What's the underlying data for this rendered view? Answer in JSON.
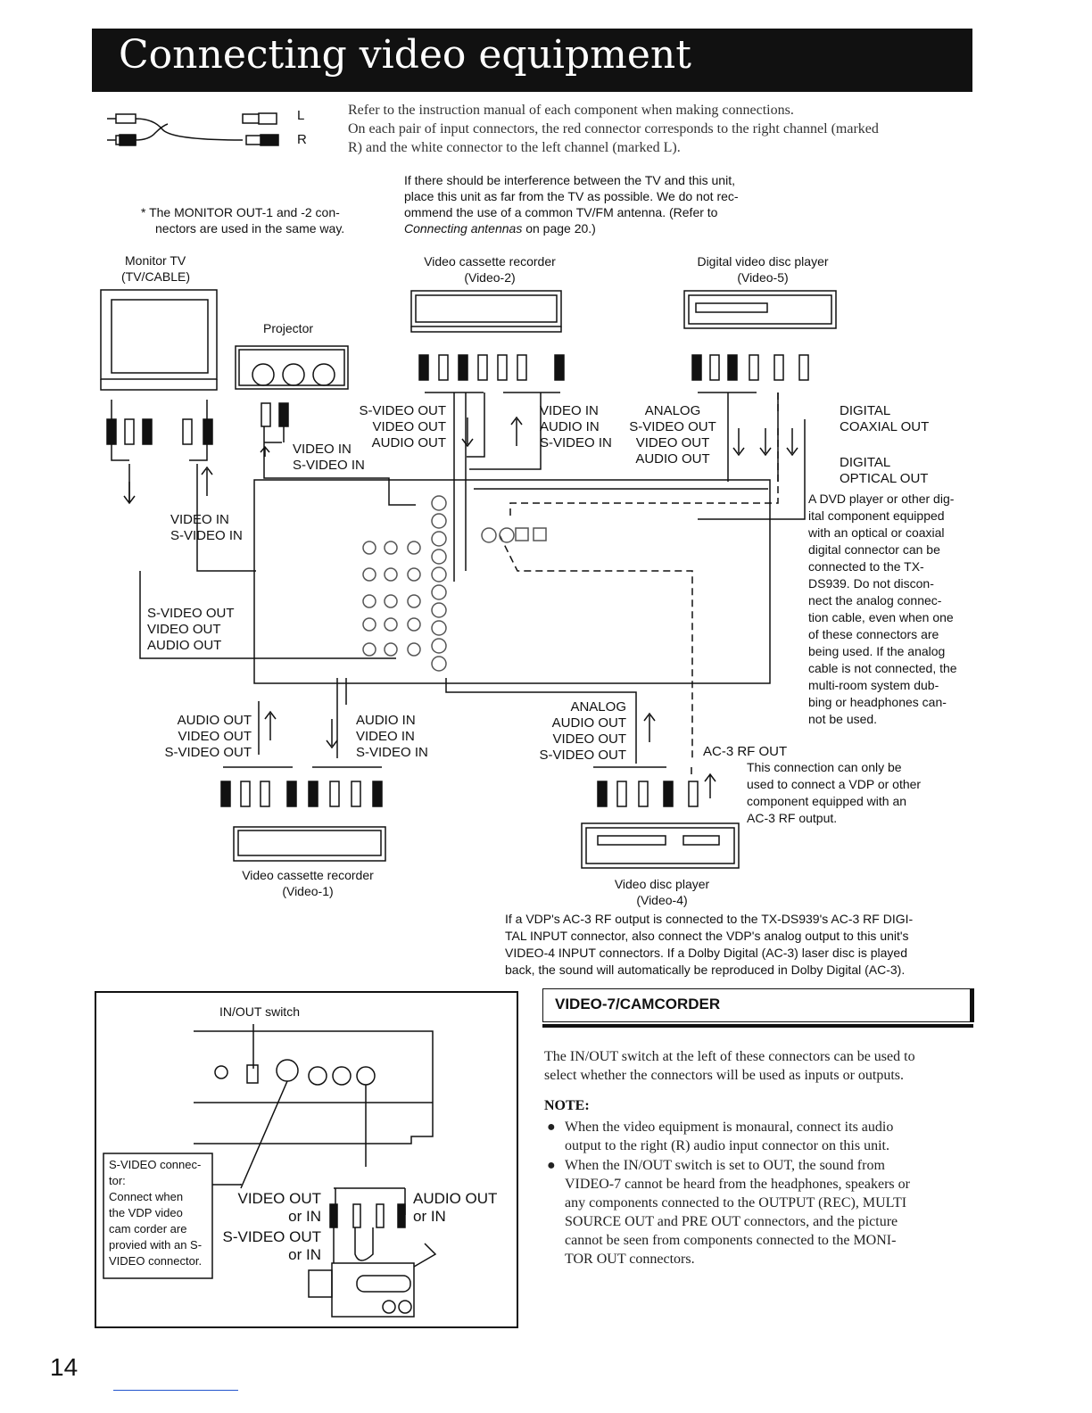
{
  "page": {
    "title": "Connecting video equipment",
    "page_number": "14"
  },
  "intro": {
    "cable_label_l": "L",
    "cable_label_r": "R",
    "line1": "Refer to the instruction manual of each component when making connections.",
    "line2": "On each pair of input connectors, the red connector corresponds to the right channel (marked",
    "line3": "R) and the white connector to the left channel (marked L)."
  },
  "monitor_note": {
    "line1": "* The MONITOR OUT-1 and -2 con-",
    "line2": "nectors are used in the same way."
  },
  "interference_note": {
    "line1": "If there should be interference between the TV and this unit,",
    "line2": "place this unit as far from the TV as possible. We do not rec-",
    "line3": "ommend the use of a common TV/FM antenna. (Refer to",
    "line4_italic": "Connecting antennas",
    "line4_rest": " on page 20.)"
  },
  "devices": {
    "monitor_tv_1": "Monitor TV",
    "monitor_tv_2": "(TV/CABLE)",
    "projector": "Projector",
    "vcr2_1": "Video cassette recorder",
    "vcr2_2": "(Video-2)",
    "dvd_1": "Digital video disc player",
    "dvd_2": "(Video-5)",
    "vcr1_1": "Video cassette recorder",
    "vcr1_2": "(Video-1)",
    "vdp_1": "Video disc player",
    "vdp_2": "(Video-4)"
  },
  "labels": {
    "proj_vin": "VIDEO IN",
    "proj_svin": "S-VIDEO IN",
    "vcr2_out": [
      "S-VIDEO OUT",
      "VIDEO OUT",
      "AUDIO OUT"
    ],
    "vcr2_in": [
      "VIDEO IN",
      "AUDIO IN",
      "S-VIDEO IN"
    ],
    "dvd_analog": [
      "ANALOG",
      "S-VIDEO OUT",
      "VIDEO OUT",
      "AUDIO OUT"
    ],
    "digital_coaxial": [
      "DIGITAL",
      "COAXIAL OUT"
    ],
    "digital_optical": [
      "DIGITAL",
      "OPTICAL OUT"
    ],
    "tv_in": [
      "VIDEO IN",
      "S-VIDEO IN"
    ],
    "tv_out": [
      "S-VIDEO OUT",
      "VIDEO OUT",
      "AUDIO OUT"
    ],
    "vcr1_out": [
      "AUDIO OUT",
      "VIDEO OUT",
      "S-VIDEO OUT"
    ],
    "vcr1_in": [
      "AUDIO IN",
      "VIDEO IN",
      "S-VIDEO IN"
    ],
    "vdp_analog": [
      "ANALOG",
      "AUDIO OUT",
      "VIDEO OUT",
      "S-VIDEO OUT"
    ],
    "ac3_rf_out": "AC-3 RF OUT"
  },
  "dvd_note": [
    "A DVD player or other dig-",
    "ital component equipped",
    "with an optical or coaxial",
    "digital connector can be",
    "connected to the TX-",
    "DS939. Do not discon-",
    "nect the analog connec-",
    "tion cable, even when one",
    "of these connectors are",
    "being used. If the analog",
    "cable is not connected, the",
    "multi-room system dub-",
    "bing or headphones can-",
    "not be used."
  ],
  "ac3_note": [
    "This connection can only be",
    "used to connect a VDP or other",
    "component equipped with an",
    "AC-3 RF output."
  ],
  "vdp_note": [
    "If a VDP's AC-3 RF output is connected to the TX-DS939's AC-3 RF DIGI-",
    "TAL INPUT connector, also connect the VDP's analog output to this unit's",
    "VIDEO-4 INPUT connectors. If a Dolby Digital (AC-3) laser disc is played",
    "back, the sound will automatically be reproduced in Dolby Digital (AC-3)."
  ],
  "camcorder_box": {
    "inout_switch": "IN/OUT switch",
    "svideo_note": [
      "S-VIDEO connec-",
      "tor:",
      "Connect when",
      "the VDP video",
      "cam corder are",
      "provied with an S-",
      "VIDEO connector."
    ],
    "video_out_1": "VIDEO OUT",
    "video_out_2": "or IN",
    "svideo_out_1": "S-VIDEO OUT",
    "svideo_out_2": "or IN",
    "audio_out_1": "AUDIO OUT",
    "audio_out_2": "or IN"
  },
  "section": {
    "heading": "VIDEO-7/CAMCORDER",
    "para1": [
      "The IN/OUT switch at the left of these connectors can be used to",
      "select whether the connectors will be used as inputs or outputs."
    ],
    "note_label": "NOTE:",
    "note1": [
      "When the video equipment is monaural, connect its audio",
      "output to the right (R) audio input connector on this unit."
    ],
    "note2": [
      "When the IN/OUT switch is set to OUT, the sound from",
      "VIDEO-7 cannot be heard from the headphones, speakers or",
      "any components connected to the OUTPUT (REC), MULTI",
      "SOURCE OUT and PRE OUT connectors, and the picture",
      "cannot be seen from components connected to the MONI-",
      "TOR OUT connectors."
    ]
  }
}
